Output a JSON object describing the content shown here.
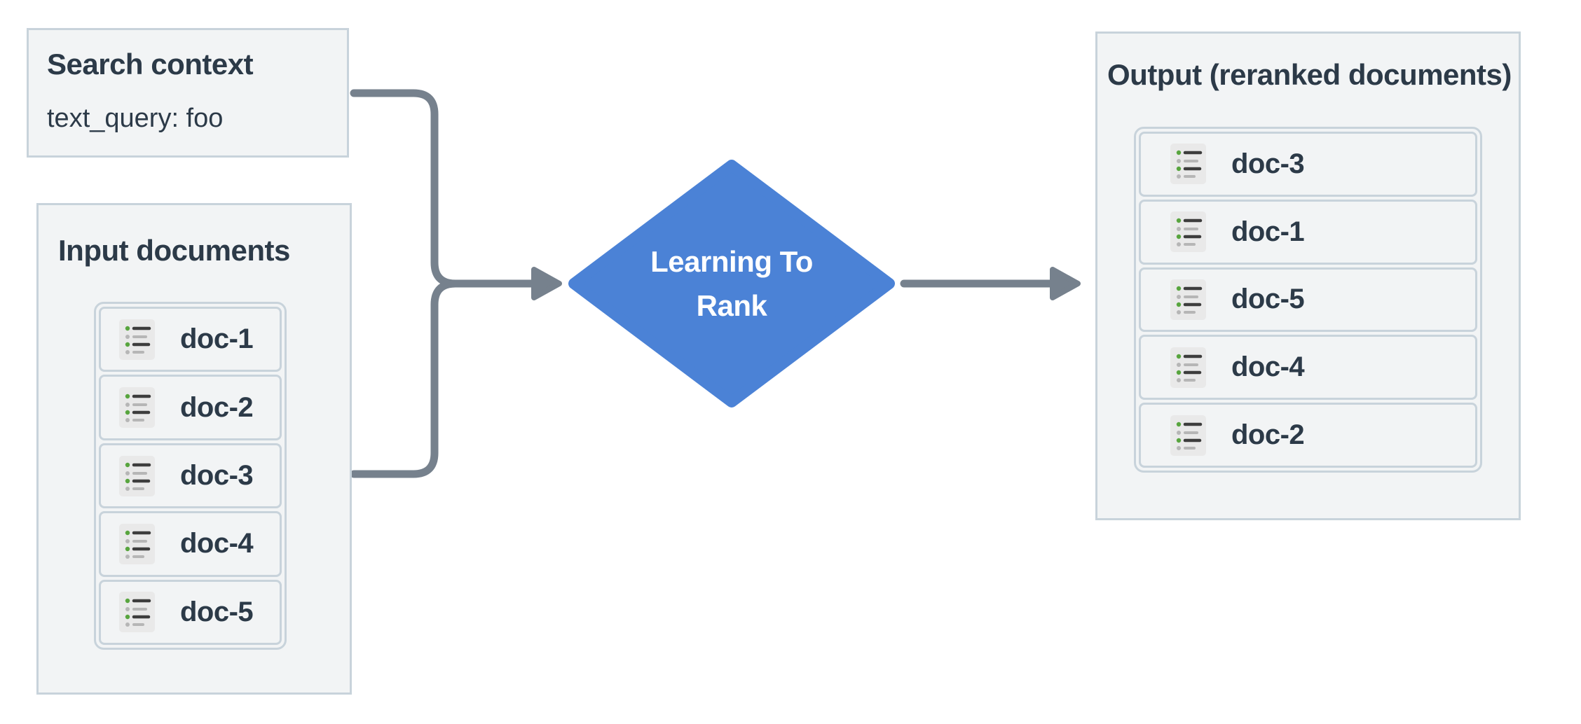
{
  "search_context": {
    "title": "Search context",
    "query": "text_query: foo"
  },
  "input_documents": {
    "title": "Input documents",
    "docs": [
      "doc-1",
      "doc-2",
      "doc-3",
      "doc-4",
      "doc-5"
    ]
  },
  "process_node": {
    "line1": "Learning To",
    "line2": "Rank"
  },
  "output_documents": {
    "title": "Output (reranked documents)",
    "docs": [
      "doc-3",
      "doc-1",
      "doc-5",
      "doc-4",
      "doc-2"
    ]
  },
  "colors": {
    "diamond_blue": "#4b82d6",
    "connector_gray": "#76818d",
    "panel_fill": "#f2f4f5",
    "panel_border": "#c8d3db",
    "text_dark": "#2c3a48",
    "icon_bullet_green": "#58a53e",
    "icon_bullet_gray": "#b6b6b6",
    "icon_bg": "#e9e9e9"
  }
}
